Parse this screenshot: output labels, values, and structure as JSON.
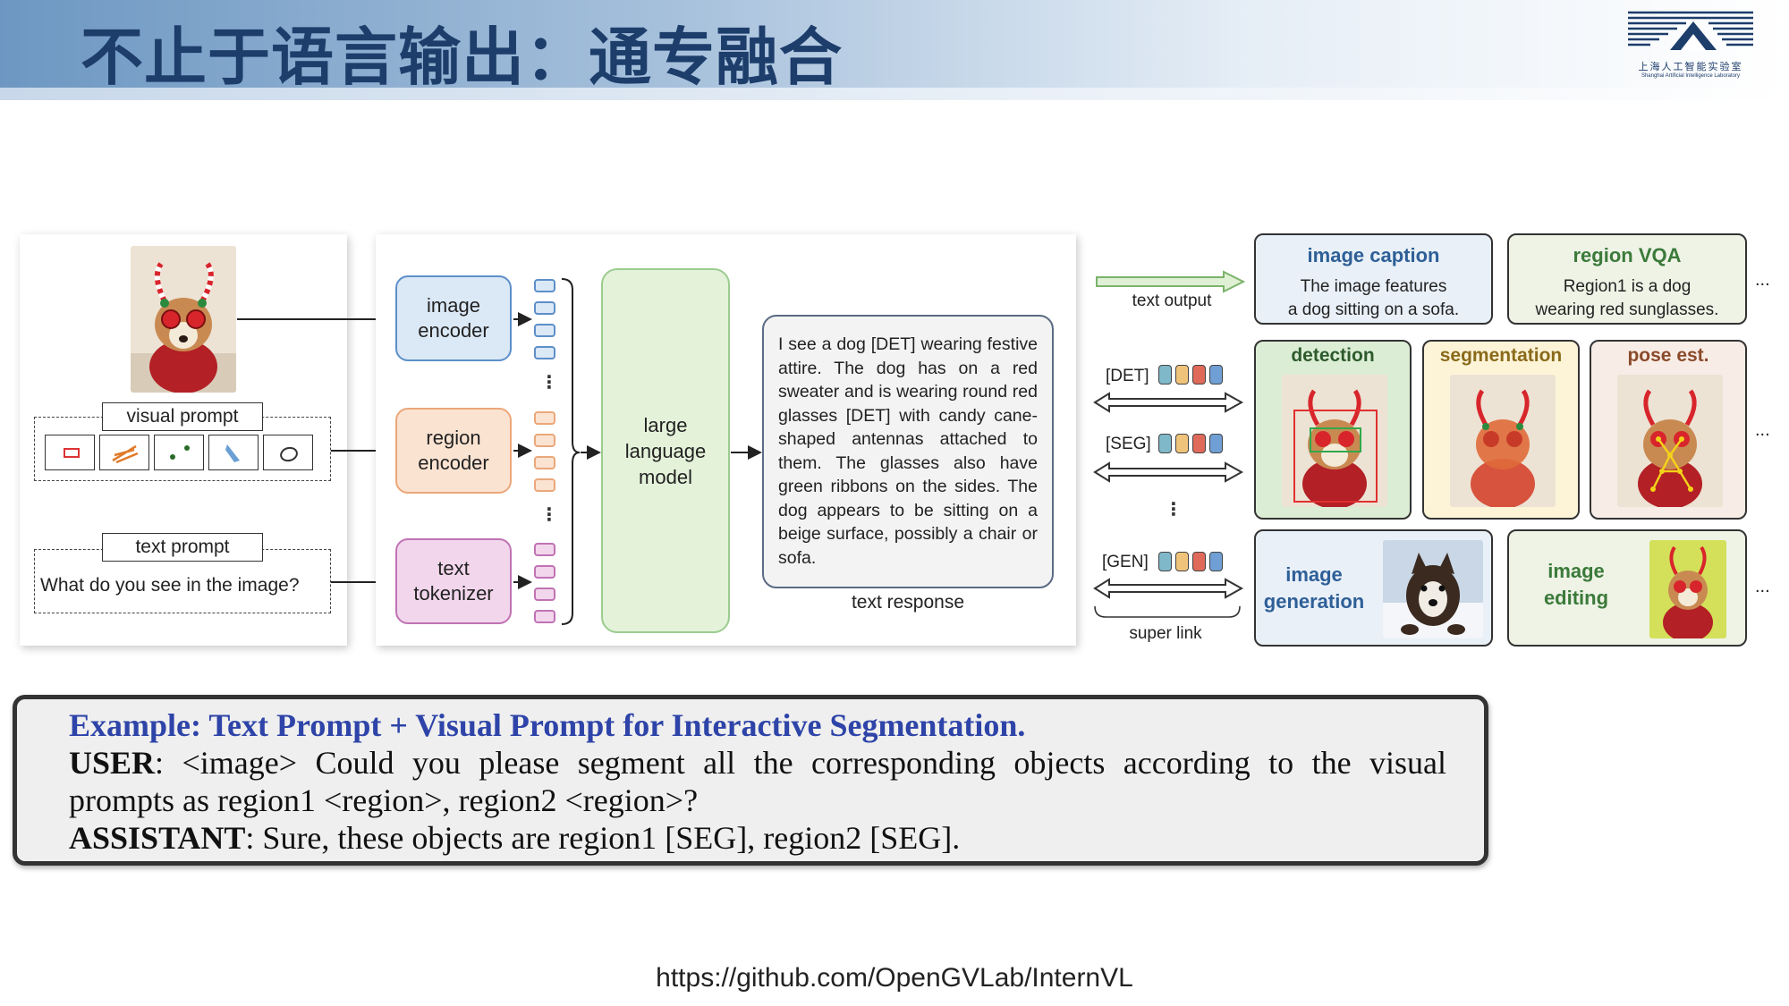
{
  "header": {
    "title": "不止于语言输出：通专融合",
    "logo_cn": "上海人工智能实验室",
    "logo_en": "Shanghai Artificial Intelligence Laboratory"
  },
  "diagram": {
    "inputs": {
      "visual_prompt_label": "visual prompt",
      "text_prompt_label": "text prompt",
      "text_prompt_value": "What do you see in the image?"
    },
    "encoders": {
      "image": "image encoder",
      "region": "region encoder",
      "text": "text tokenizer"
    },
    "llm_label": "large language model",
    "text_response": "I see a dog [DET] wearing festive attire. The dog has on a red sweater and is wearing round red glasses [DET] with candy cane-shaped antennas attached to them. The glasses also have green ribbons on the sides. The dog appears to be sitting on a beige surface, possibly a chair or sofa.",
    "text_response_label": "text response",
    "links": {
      "text_output": "text output",
      "det": "[DET]",
      "seg": "[SEG]",
      "gen": "[GEN]",
      "super_link": "super link"
    },
    "tasks": {
      "image_caption": {
        "title": "image caption",
        "line1": "The image features",
        "line2": "a dog sitting on a sofa."
      },
      "region_vqa": {
        "title": "region VQA",
        "line1": "Region1 is a dog",
        "line2": "wearing red sunglasses."
      },
      "detection": "detection",
      "segmentation": "segmentation",
      "pose": "pose est.",
      "image_generation": {
        "line1": "image",
        "line2": "generation"
      },
      "image_editing": {
        "line1": "image",
        "line2": "editing"
      },
      "ellipsis": "..."
    },
    "colors": {
      "image_encoder": "#dbe8f6",
      "region_encoder": "#fbe3d2",
      "text_tokenizer": "#f2d6ec",
      "llm": "#e4f2da"
    }
  },
  "example": {
    "title": "Example: Text Prompt + Visual Prompt for Interactive Segmentation.",
    "user_label": "USER",
    "user_text1": ": <image> Could you please segment all the corresponding objects according to the visual",
    "user_text2": "prompts as region1 <region>, region2 <region>?",
    "assistant_label": "ASSISTANT",
    "assistant_text": ": Sure, these objects are region1 [SEG], region2 [SEG]."
  },
  "footer": {
    "url": "https://github.com/OpenGVLab/InternVL"
  }
}
